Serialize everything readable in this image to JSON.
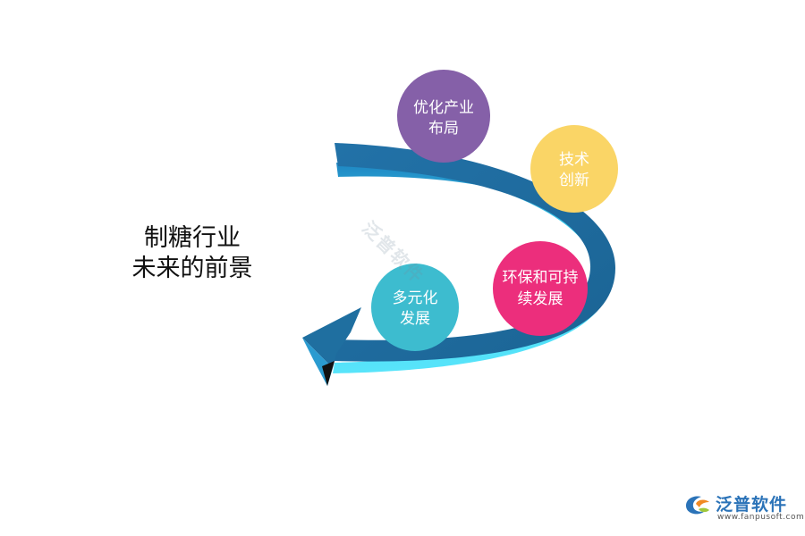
{
  "title": {
    "line1": "制糖行业",
    "line2": "未来的前景"
  },
  "items": [
    {
      "line1": "优化产业",
      "line2": "布局",
      "color": "#8560A8"
    },
    {
      "line1": "技术",
      "line2": "创新",
      "color": "#FAD566"
    },
    {
      "line1": "环保和可持",
      "line2": "续发展",
      "color": "#EC2E7C"
    },
    {
      "line1": "多元化",
      "line2": "发展",
      "color": "#3DBCCF"
    }
  ],
  "arrow": {
    "top_color": "#1F6FA0",
    "side_color": "#3FD6F2"
  },
  "watermark": {
    "text": "泛普软件"
  },
  "logo": {
    "name": "泛普软件",
    "url": "www.fanpusoft.com",
    "brand_color": "#2B73B8",
    "icon": "fanpu-logo-icon"
  }
}
